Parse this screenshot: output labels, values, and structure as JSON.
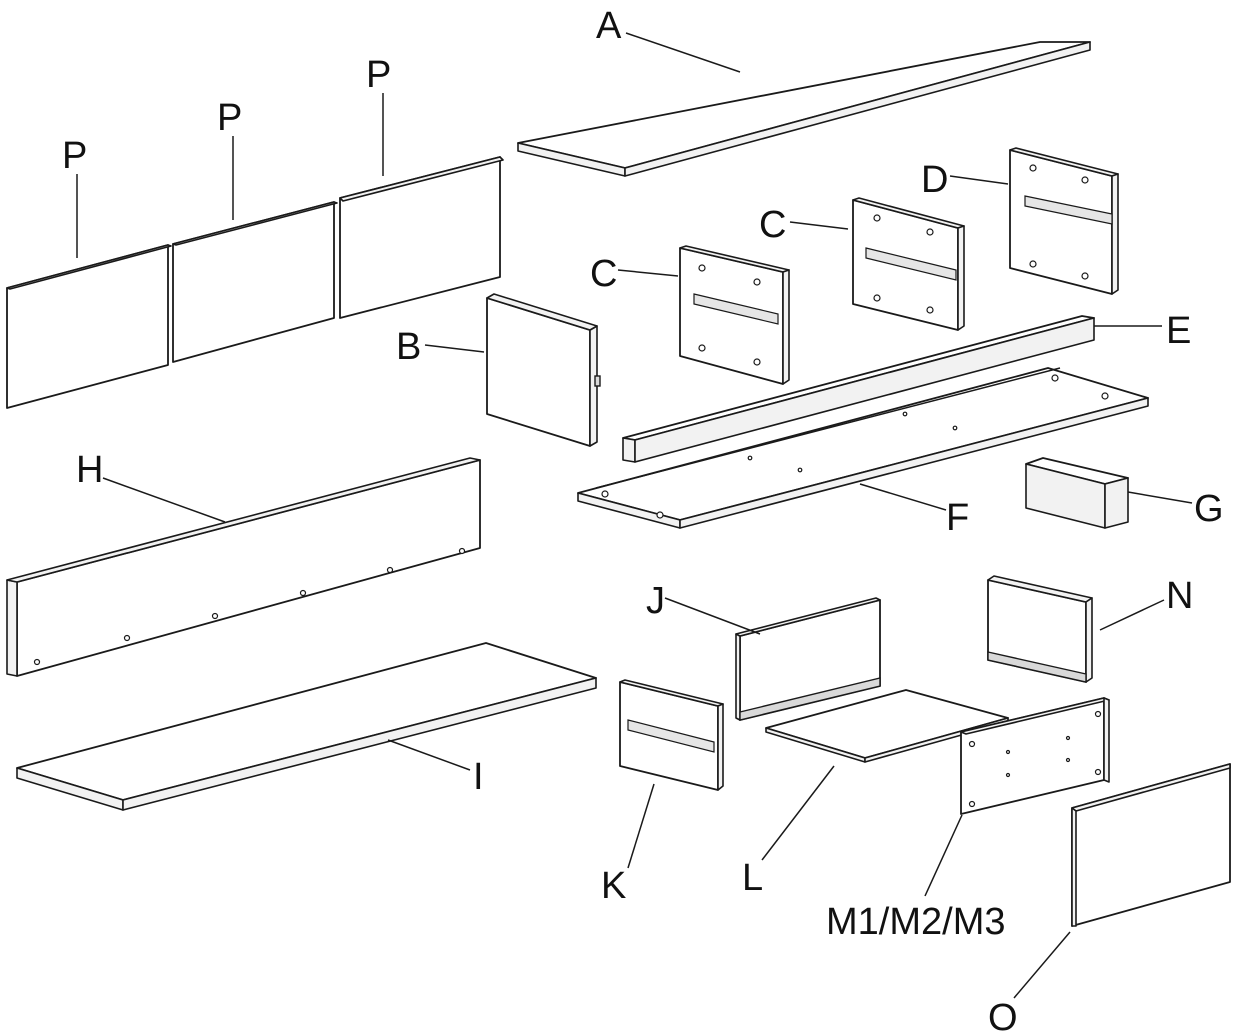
{
  "labels": {
    "A": "A",
    "B": "B",
    "C1": "C",
    "C2": "C",
    "D": "D",
    "E": "E",
    "F": "F",
    "G": "G",
    "H": "H",
    "I": "I",
    "J": "J",
    "K": "K",
    "L": "L",
    "M": "M1/M2/M3",
    "N": "N",
    "O": "O",
    "P1": "P",
    "P2": "P",
    "P3": "P"
  }
}
